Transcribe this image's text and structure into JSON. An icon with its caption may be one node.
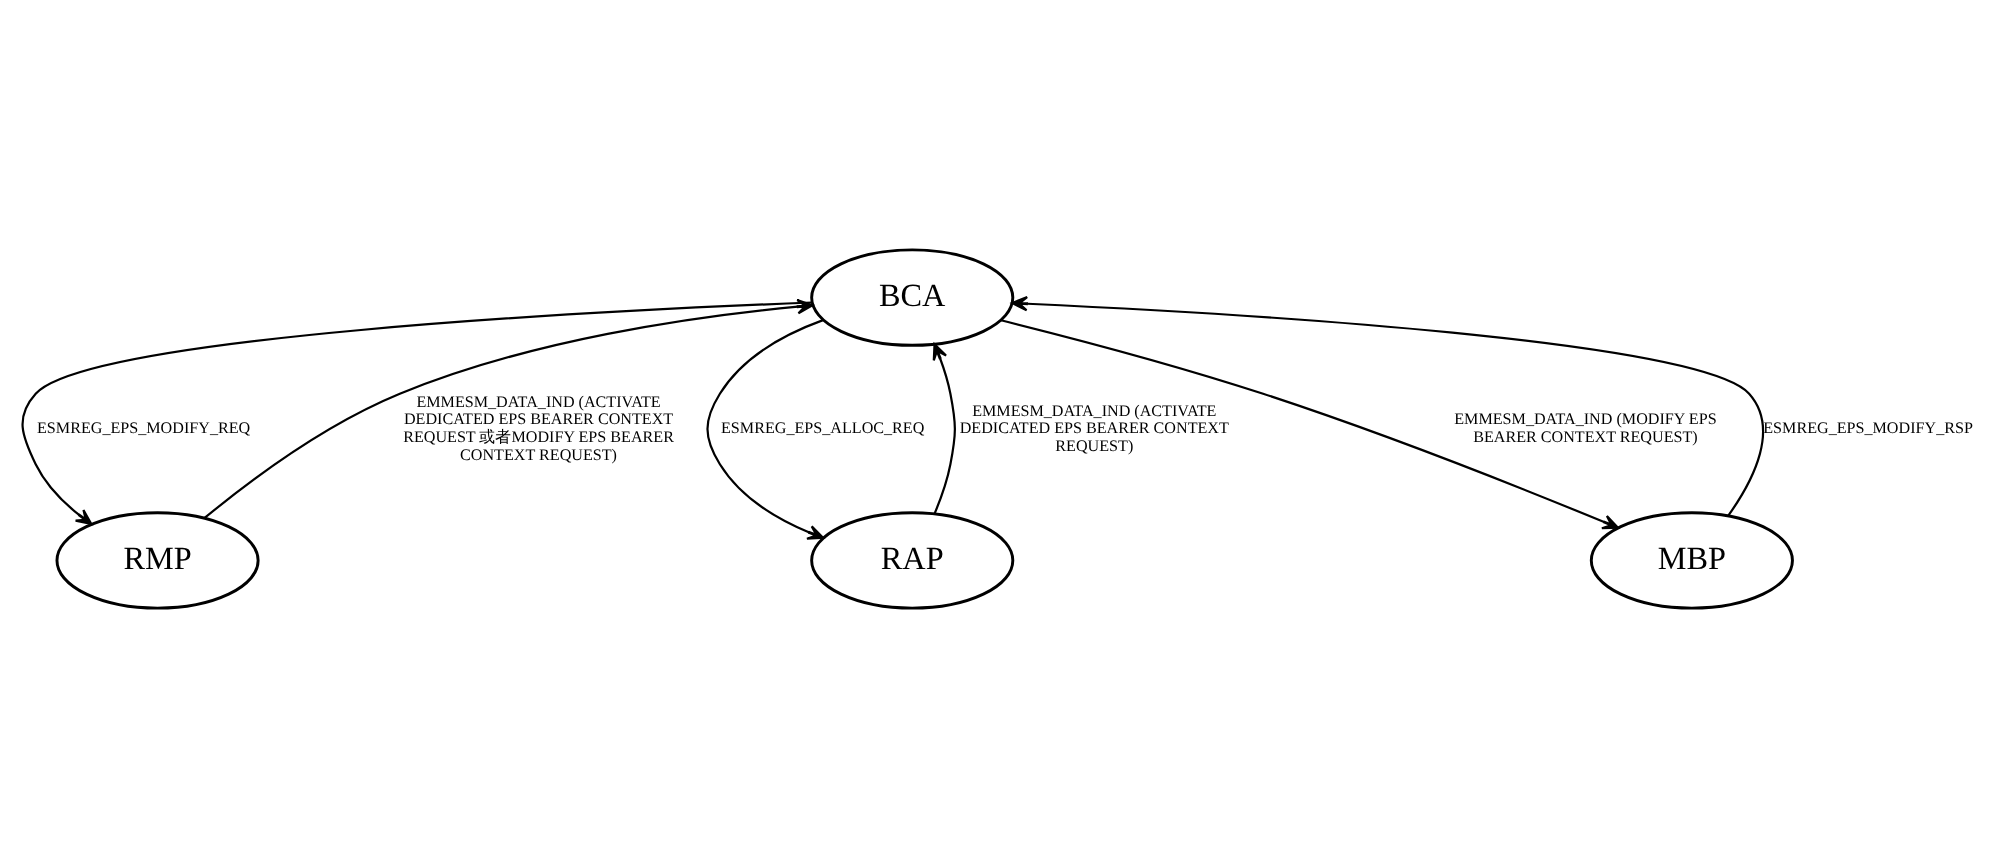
{
  "diagram": {
    "nodes": [
      {
        "text": [
          "BCA"
        ]
      },
      {
        "text": [
          "RMP"
        ]
      },
      {
        "text": [
          "RAP"
        ]
      },
      {
        "text": [
          "MBP"
        ]
      }
    ],
    "edges": [
      {
        "from": 1,
        "to": 0,
        "arrow": "to",
        "label": "EMMESM_DATA_IND (ACTIVATE DEDICATED EPS BEARER CONTEXT REQUEST 或者MODIFY EPS BEARER CONTEXT REQUEST)"
      },
      {
        "from": 0,
        "to": 2,
        "arrow": "to",
        "label": "ESMREG_EPS_ALLOC_REQ"
      },
      {
        "from": 2,
        "to": 0,
        "arrow": "to",
        "label": "EMMESM_DATA_IND (ACTIVATE DEDICATED EPS BEARER CONTEXT REQUEST)"
      },
      {
        "from": 0,
        "to": 1,
        "arrow": "to",
        "label": "ESMREG_EPS_MODIFY_REQ"
      },
      {
        "from": 0,
        "to": 3,
        "arrow": "to",
        "label": "EMMESM_DATA_IND (MODIFY EPS BEARER CONTEXT REQUEST)"
      },
      {
        "from": 3,
        "to": 0,
        "arrow": "to",
        "label": "ESMREG_EPS_MODIFY_RSP"
      }
    ]
  }
}
